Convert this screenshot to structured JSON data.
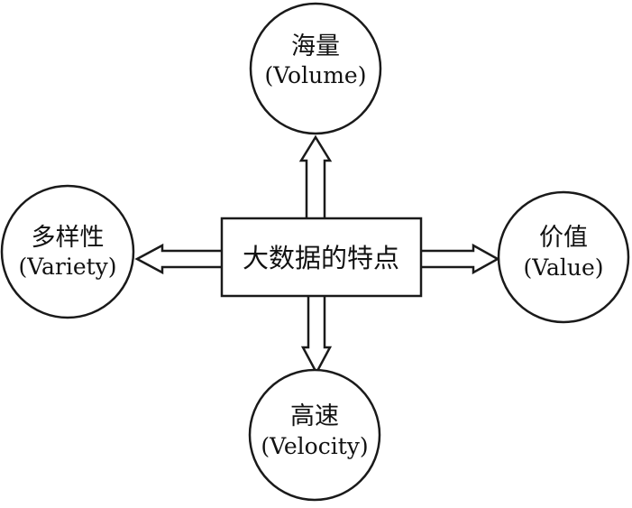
{
  "center": {
    "label": "大数据的特点"
  },
  "nodes": [
    {
      "id": "top",
      "zh": "海量",
      "en": "(Volume)"
    },
    {
      "id": "left",
      "zh": "多样性",
      "en": "(Variety)"
    },
    {
      "id": "right",
      "zh": "价值",
      "en": "(Value)"
    },
    {
      "id": "bottom",
      "zh": "高速",
      "en": "(Velocity)"
    }
  ],
  "colors": {
    "stroke": "#1a1a1a",
    "text": "#111111",
    "background": "#ffffff"
  }
}
